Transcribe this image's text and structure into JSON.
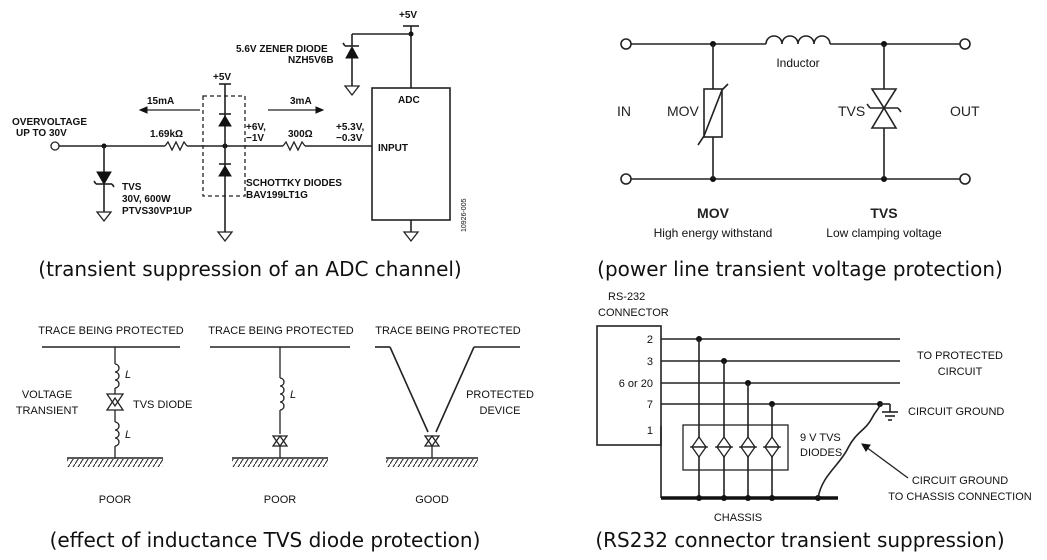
{
  "panel1": {
    "input_label": [
      "OVERVOLTAGE",
      "UP TO 30V"
    ],
    "current_15": "15mA",
    "r1": "1.69kΩ",
    "tvs": [
      "TVS",
      "30V, 600W",
      "PTVS30VP1UP"
    ],
    "plus5_left": "+5V",
    "mid_volt": [
      "+6V,",
      "−1V"
    ],
    "current_3": "3mA",
    "r2": "300Ω",
    "out_volt": [
      "+5.3V,",
      "−0.3V"
    ],
    "schottky": [
      "SCHOTTKY DIODES",
      "BAV199LT1G"
    ],
    "zener": [
      "5.6V ZENER DIODE",
      "NZH5V6B"
    ],
    "plus5_top": "+5V",
    "adc": "ADC",
    "input": "INPUT",
    "code": "10926-005",
    "caption": "(transient suppression of an ADC channel)"
  },
  "panel2": {
    "inductor": "Inductor",
    "in": "IN",
    "out": "OUT",
    "mov": "MOV",
    "tvs": "TVS",
    "mov_title": "MOV",
    "mov_desc": "High energy withstand",
    "tvs_title": "TVS",
    "tvs_desc": "Low clamping voltage",
    "caption": "(power line transient voltage protection)"
  },
  "panel3": {
    "trace": "TRACE BEING PROTECTED",
    "voltage_transient": [
      "VOLTAGE",
      "TRANSIENT"
    ],
    "tvs_diode": "TVS DIODE",
    "L": "L",
    "protected": [
      "PROTECTED",
      "DEVICE"
    ],
    "ratings": [
      "POOR",
      "POOR",
      "GOOD"
    ],
    "caption": "(effect of inductance TVS diode protection)"
  },
  "panel4": {
    "connector": [
      "RS-232",
      "CONNECTOR"
    ],
    "pins": [
      "2",
      "3",
      "6 or 20",
      "7",
      "1"
    ],
    "to_protected": [
      "TO PROTECTED",
      "CIRCUIT"
    ],
    "circuit_ground": "CIRCUIT GROUND",
    "tvs_label": [
      "9 V TVS",
      "DIODES"
    ],
    "cg_conn": [
      "CIRCUIT GROUND",
      "TO CHASSIS CONNECTION"
    ],
    "chassis": "CHASSIS",
    "caption": "(RS232 connector transient suppression)"
  }
}
